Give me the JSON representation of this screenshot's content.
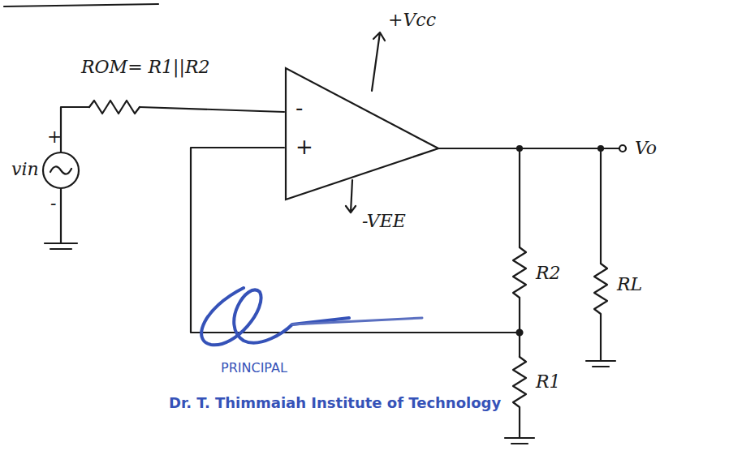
{
  "diagram": {
    "nodes": [
      {
        "text": [
          "-",
          "+"
        ]
      }
    ],
    "labels": [
      "ROM= R1||R2",
      "+Vcc",
      "-VEE",
      "+",
      "-",
      "vin",
      "Vo",
      "R2",
      "RL",
      "R1",
      "PRINCIPAL",
      "Dr. T. Thimmaiah Institute of Technology"
    ]
  }
}
